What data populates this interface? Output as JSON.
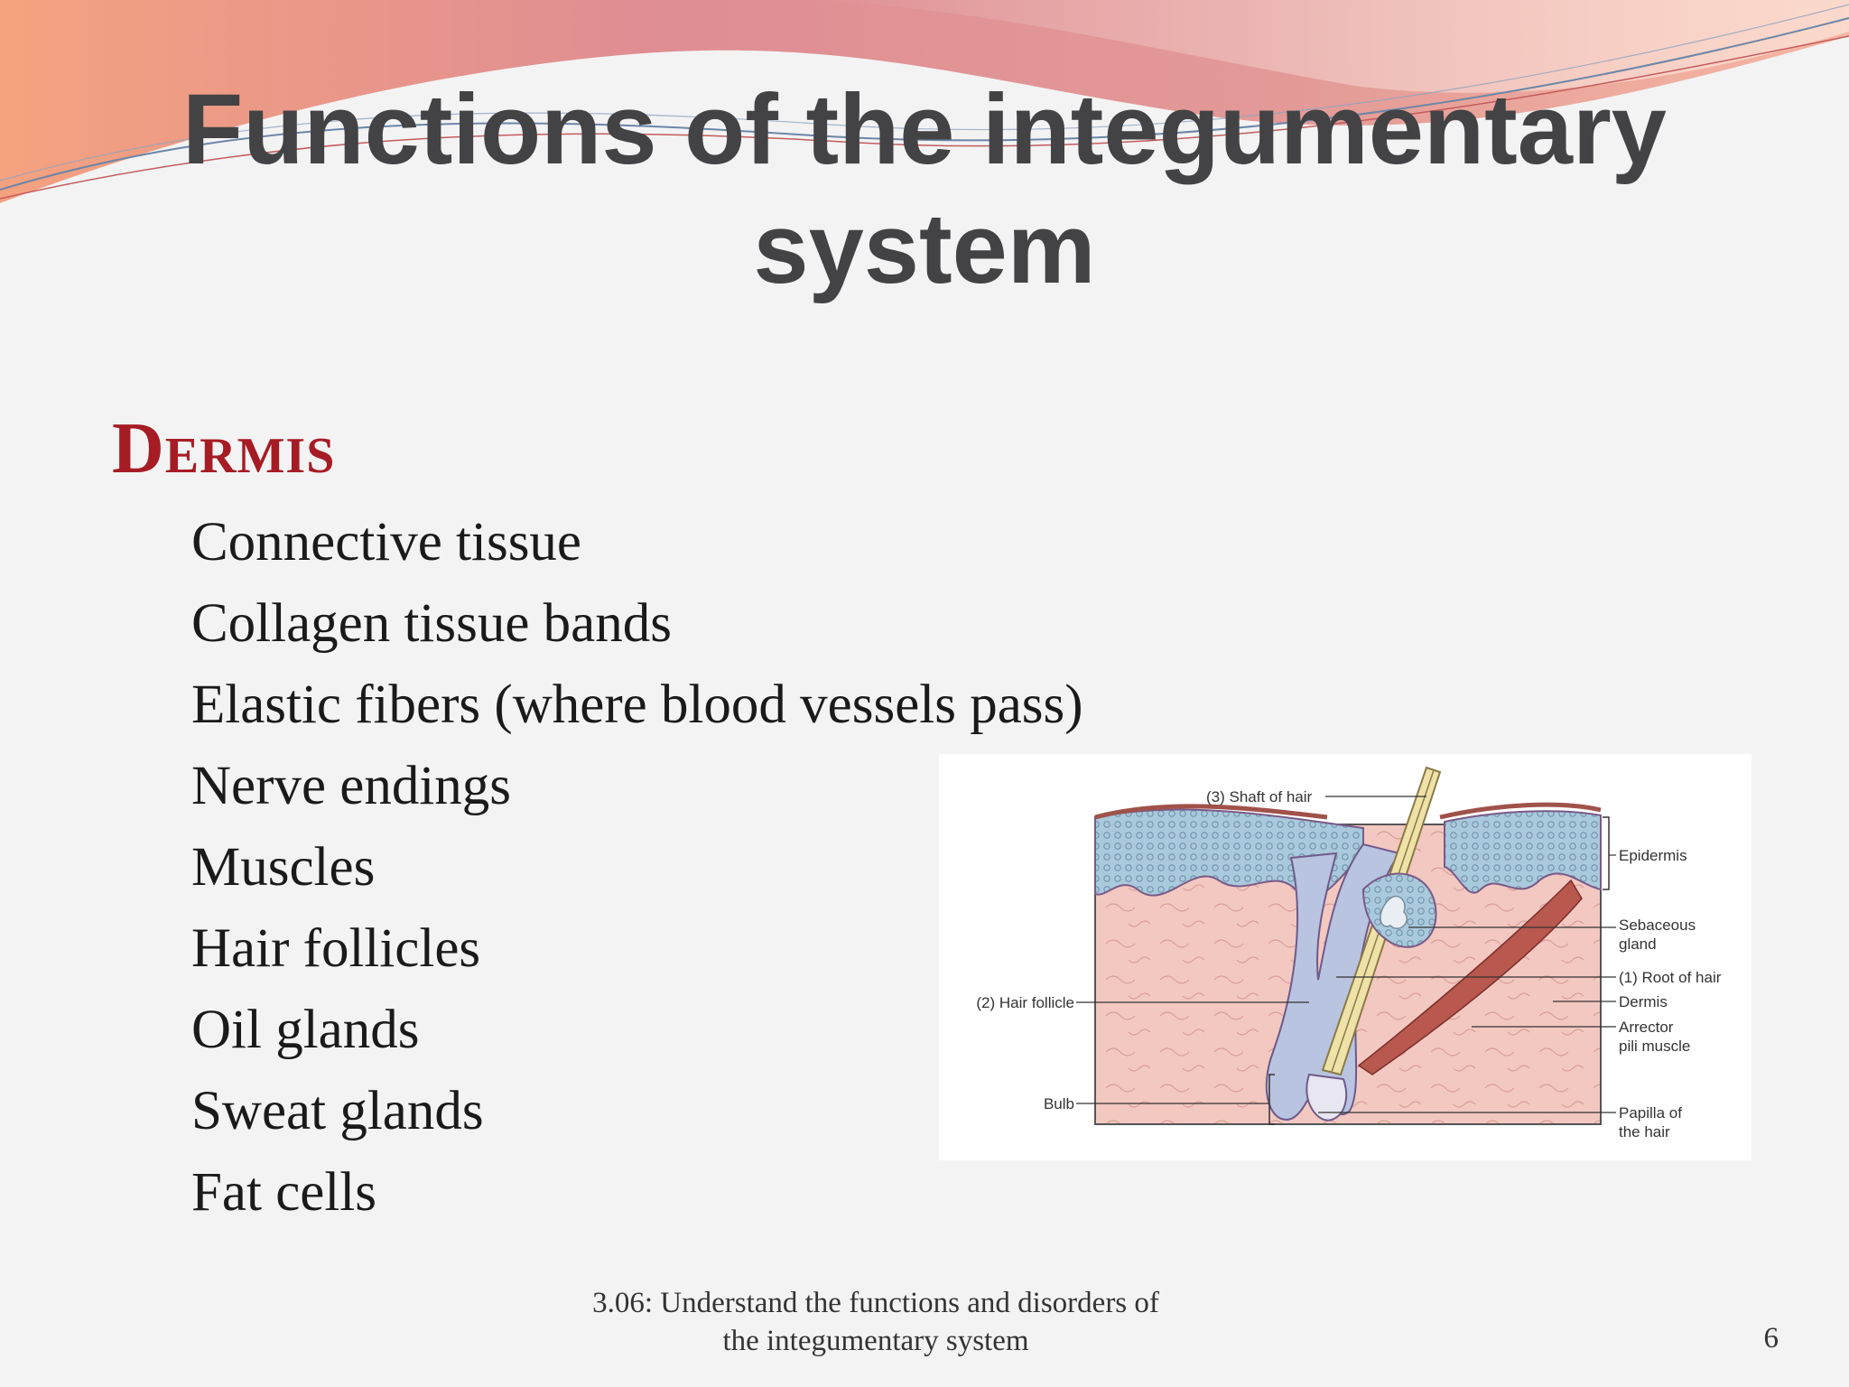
{
  "slide": {
    "title": "Functions of the integumentary system",
    "section_heading": "Dermis",
    "items": [
      "Connective tissue",
      "Collagen tissue bands",
      "Elastic fibers (where blood vessels pass)",
      "Nerve endings",
      "Muscles",
      "Hair follicles",
      "Oil glands",
      "Sweat glands",
      "Fat cells"
    ],
    "figure": {
      "labels": {
        "shaft": "(3) Shaft of hair",
        "epidermis": "Epidermis",
        "sebaceous_1": "Sebaceous",
        "sebaceous_2": "gland",
        "root": "(1) Root of hair",
        "dermis": "Dermis",
        "arrector_1": "Arrector",
        "arrector_2": "pili muscle",
        "papilla_1": "Papilla of",
        "papilla_2": "the hair",
        "follicle": "(2) Hair follicle",
        "bulb": "Bulb"
      }
    },
    "footer": {
      "line1": "3.06: Understand the functions and disorders of",
      "line2": "the integumentary system"
    },
    "page_number": "6"
  },
  "colors": {
    "title": "#434345",
    "heading": "#a61c25",
    "banner_pink": "#e08f92",
    "banner_salmon": "#f0a78a",
    "dermis_fill": "#f3c8c1",
    "epidermis_fill": "#a9c9dc",
    "muscle": "#b9584e"
  }
}
